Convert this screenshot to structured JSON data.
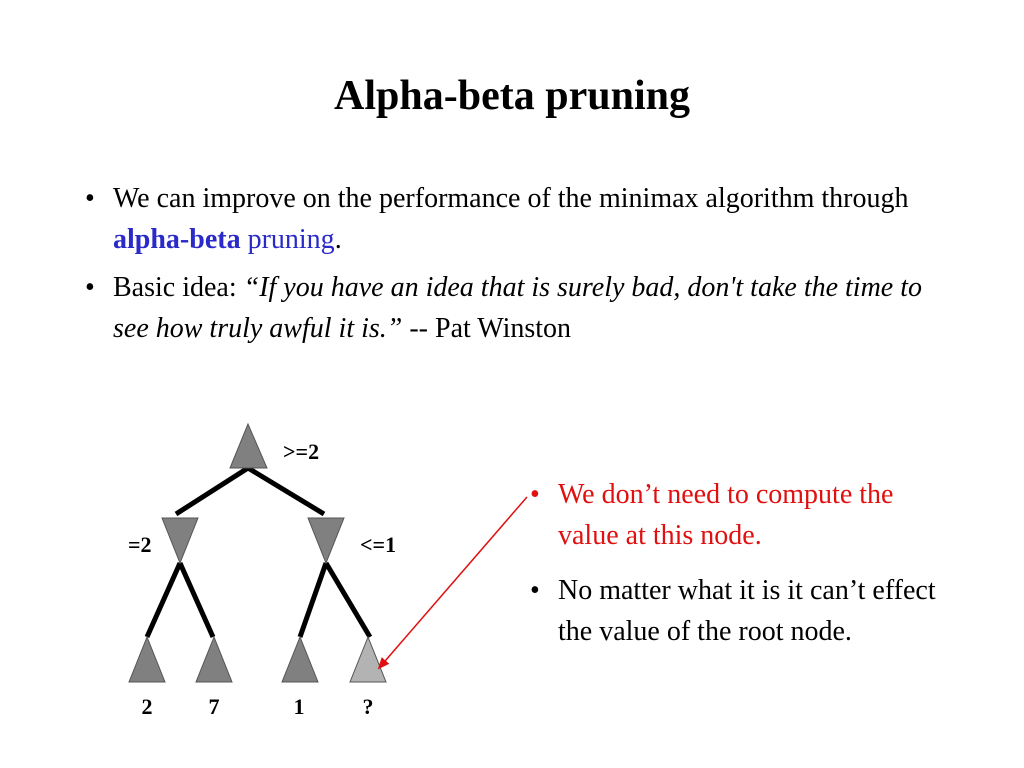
{
  "title": "Alpha-beta pruning",
  "bullets": [
    {
      "prefix": "We can improve on the performance of the minimax algorithm through ",
      "keyword_bold": "alpha-beta",
      "keyword_plain": " pruning",
      "suffix": "."
    },
    {
      "prefix": "Basic idea: ",
      "quote": "“If you have an idea that is surely bad, don't take the time to see how truly awful it is.”",
      "suffix": " -- Pat Winston"
    }
  ],
  "tree": {
    "root_label": ">=2",
    "left_label": "=2",
    "right_label": "<=1",
    "leaf_labels": [
      "2",
      "7",
      "1",
      "?"
    ]
  },
  "side_notes": [
    "We don’t need to compute the value at this node.",
    "No matter what it is it can’t effect the value of the root node."
  ],
  "colors": {
    "node_fill": "#808080",
    "pruned_leaf_fill": "#b3b3b3",
    "keyword": "#2a2ac8",
    "note_red": "#e01010",
    "arrow": "#e01010"
  }
}
